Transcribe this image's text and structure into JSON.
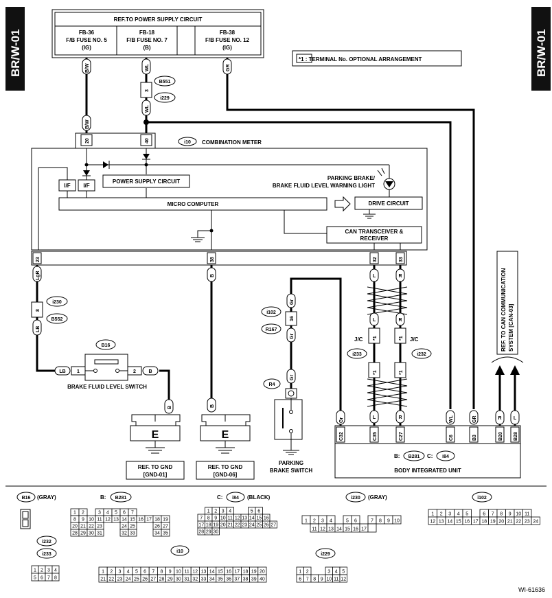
{
  "side_tab": "BR/W-01",
  "note": "*1 : TERMINAL No. OPTIONAL ARRANGEMENT",
  "power_ref": {
    "title": "REF.TO POWER SUPPLY CIRCUIT",
    "fuses": [
      {
        "line1": "FB-36",
        "line2": "F/B FUSE NO. 5",
        "line3": "(IG)"
      },
      {
        "line1": "FB-18",
        "line2": "F/B FUSE NO. 7",
        "line3": "(B)"
      },
      {
        "line1": "FB-38",
        "line2": "F/B FUSE NO. 12",
        "line3": "(IG)"
      }
    ]
  },
  "wires": {
    "bw": "B/W",
    "wl": "WL",
    "gr": "GR",
    "lgr": "LgR",
    "lb": "LB",
    "b": "B",
    "gr2": "Gr",
    "l": "L",
    "r": "R"
  },
  "connectors": {
    "b551": "B551",
    "i229": "i229",
    "i10": "i10",
    "i230": "i230",
    "b552": "B552",
    "b16": "B16",
    "i102": "i102",
    "r167": "R167",
    "r4": "R4",
    "i233": "i233",
    "i232": "i232",
    "b281": "B281",
    "i84": "i84"
  },
  "pins": {
    "p3": "3",
    "p20": "20",
    "p40": "40",
    "p23": "23",
    "p38": "38",
    "p32": "32",
    "p33": "33",
    "p8": "8",
    "p1": "1",
    "p2": "2",
    "p16": "16",
    "c32": "C32",
    "c35": "C35",
    "c27": "C27",
    "c6": "C6",
    "b3": "B3",
    "b20": "B20",
    "b28": "B28"
  },
  "labels": {
    "combination_meter": "COMBINATION METER",
    "power_supply_circuit": "POWER SUPPLY CIRCUIT",
    "micro_computer": "MICRO COMPUTER",
    "warning_light_1": "PARKING BRAKE/",
    "warning_light_2": "BRAKE FLUID LEVEL WARNING LIGHT",
    "drive_circuit": "DRIVE CIRCUIT",
    "can_1": "CAN TRANSCEIVER &",
    "can_2": "RECEIVER",
    "if": "I/F",
    "brake_fluid_switch": "BRAKE FLUID LEVEL SWITCH",
    "parking_brake_1": "PARKING",
    "parking_brake_2": "BRAKE SWITCH",
    "ground_e": "E",
    "gnd01_1": "REF. TO GND",
    "gnd01_2": "[GND-01]",
    "gnd06_1": "REF. TO GND",
    "gnd06_2": "[GND-06]",
    "body_unit": "BODY INTEGRATED UNIT",
    "jc": "J/C",
    "star1": "*1",
    "can_ref_1": "REF. TO CAN COMMUNICATION",
    "can_ref_2": "SYSTEM [CAN-03]",
    "b_prefix": "B:",
    "c_prefix": "C:"
  },
  "legend": {
    "b16_color": "(GRAY)",
    "i84_color": "(BLACK)",
    "i230_color": "(GRAY)"
  },
  "footer_code": "WI-61636"
}
